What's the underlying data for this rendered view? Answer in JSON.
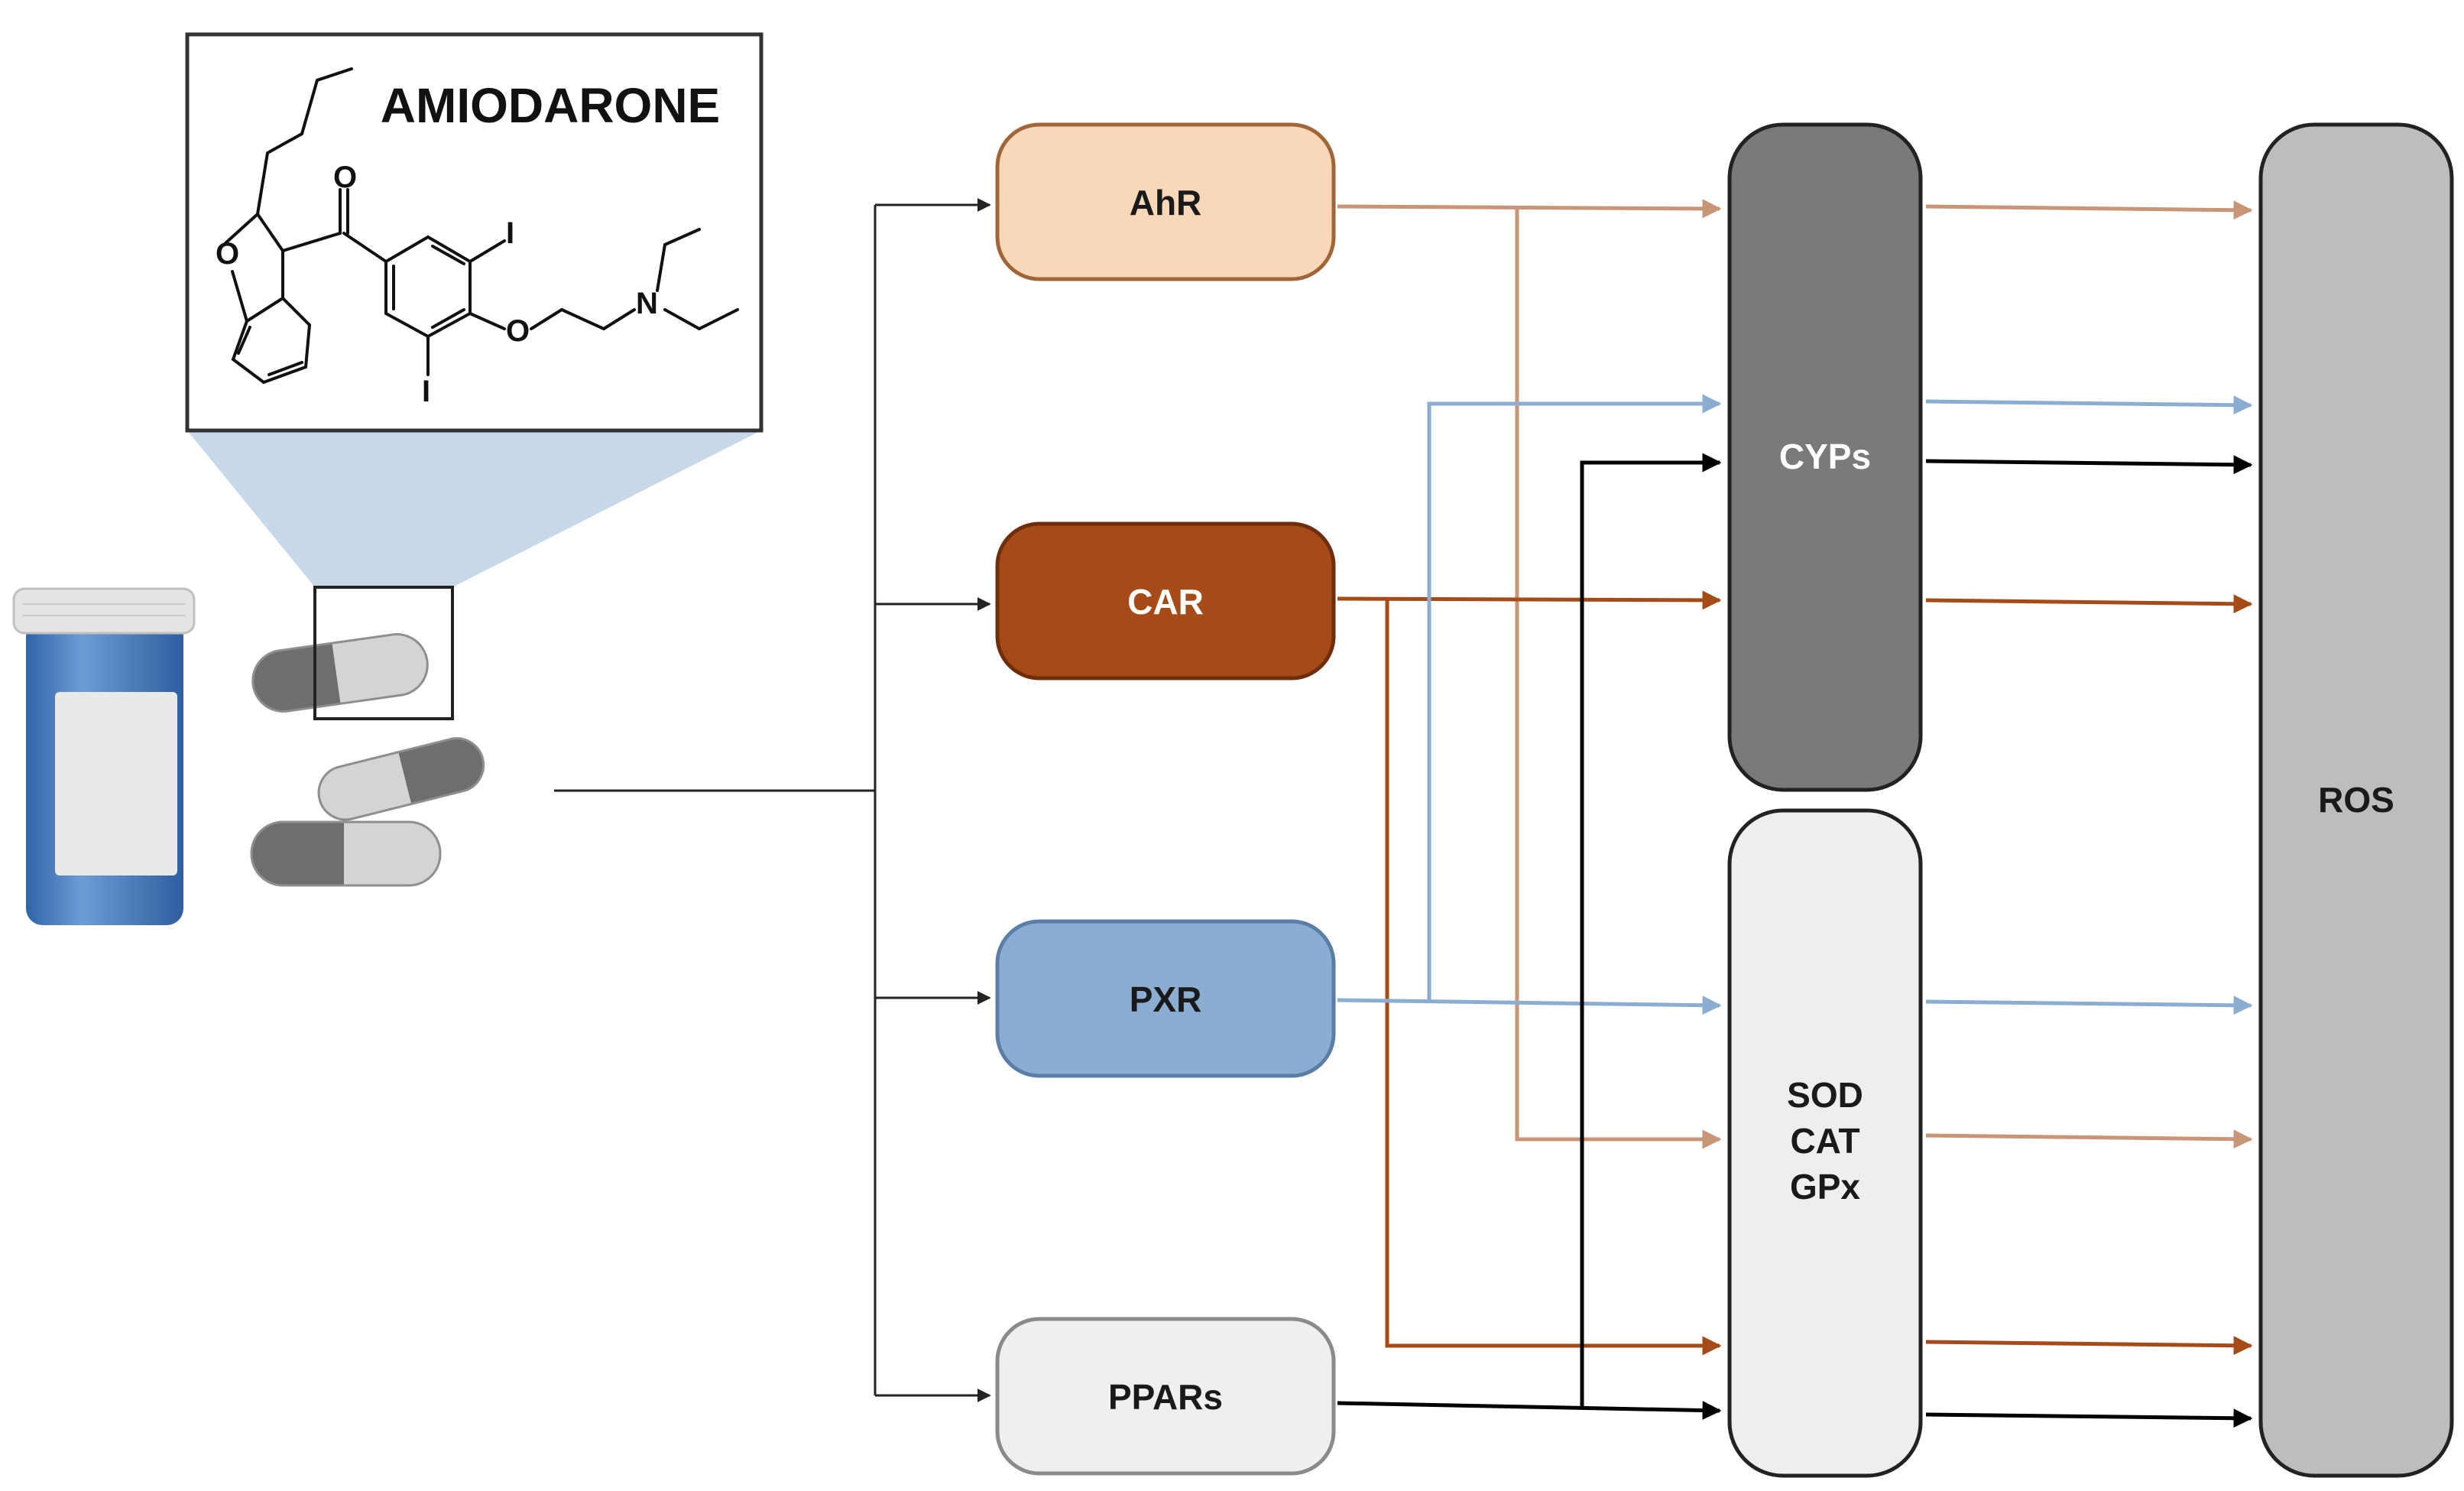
{
  "drug": {
    "name": "AMIODARONE",
    "structure_atoms": [
      "O",
      "O",
      "I",
      "I",
      "O",
      "N"
    ]
  },
  "receptors": [
    {
      "id": "ahr",
      "label": "AhR",
      "fill": "#F8D8B8",
      "stroke": "#A0663A",
      "text_color": "#1a1a1a",
      "arrow_color": "#C99577"
    },
    {
      "id": "car",
      "label": "CAR",
      "fill": "#A54B17",
      "stroke": "#6E2E0B",
      "text_color": "#ffffff",
      "arrow_color": "#A54B17"
    },
    {
      "id": "pxr",
      "label": "PXR",
      "fill": "#8AADD1",
      "stroke": "#5A7EA5",
      "text_color": "#1a1a1a",
      "arrow_color": "#8AADD1"
    },
    {
      "id": "ppars",
      "label": "PPARs",
      "fill": "#EFEFEF",
      "stroke": "#8A8A8A",
      "text_color": "#1a1a1a",
      "arrow_color": "#000000"
    }
  ],
  "enzymes": {
    "cyps": {
      "label": "CYPs",
      "fill": "#7A7A7A",
      "text_color": "#ffffff"
    },
    "antioxidant": {
      "lines": [
        "SOD",
        "CAT",
        "GPx"
      ],
      "fill": "#EEEEEE",
      "text_color": "#1a1a1a"
    }
  },
  "output": {
    "label": "ROS",
    "fill": "#BDBDBD",
    "text_color": "#1a1a1a"
  },
  "colors": {
    "ahr_arrow": "#C99577",
    "car_arrow": "#A54B17",
    "pxr_arrow": "#8AADD1",
    "ppars_arrow": "#000000",
    "bottle": "#4F86C6",
    "capsule_dark": "#6E6E6E",
    "capsule_light": "#D4D4D4",
    "zoom_cone": "#C7D9E8"
  }
}
